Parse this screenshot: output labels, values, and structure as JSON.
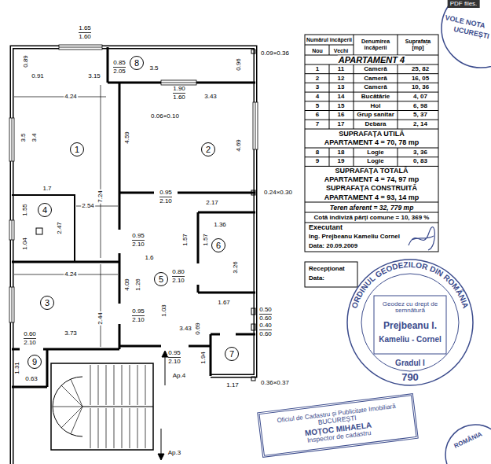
{
  "diagram": {
    "nodes": [
      {
        "text": [
          "1"
        ]
      },
      {
        "text": [
          "2"
        ]
      },
      {
        "text": [
          "3"
        ]
      },
      {
        "text": [
          "4"
        ]
      },
      {
        "text": [
          "5"
        ]
      },
      {
        "text": [
          "6"
        ]
      },
      {
        "text": [
          "7"
        ]
      },
      {
        "text": [
          "8"
        ]
      },
      {
        "text": [
          "9"
        ]
      },
      {
        "text": [
          "ORDINUL GEODEZILOR DIN ROMÂNIA",
          "Geodez cu drept de semnătură",
          "Prejbeanu I.",
          "Kameliu - Cornel",
          "Gradul I",
          "790"
        ]
      },
      {
        "text": [
          "Oficiul de Cadastru și Publicitate Imobiliară",
          "BUCUREȘTI",
          "MOȚOC MIHAELA",
          "Inspector de cadastru"
        ]
      }
    ],
    "labels": [
      "1.65",
      "1.60",
      "0.89",
      "0.91",
      "3.15",
      "0.85",
      "2.05",
      "3.5",
      "0.96",
      "0.09×0.36",
      "4.24",
      "1.90",
      "1.60",
      "3.43",
      "0.06×0.10",
      "3.5",
      "3.4",
      "7.24",
      "4.59",
      "4.69",
      "0.24×0.30",
      "1.7",
      "2.54",
      "0.95",
      "2.10",
      "2.17",
      "1.55",
      "2.47",
      "1.04",
      "0.95",
      "2.10",
      "1.36",
      "1.57",
      "1.57",
      "1.6",
      "3.26",
      "4.24",
      "1.26",
      "4.09",
      "0.80",
      "2.10",
      "2.44",
      "1.03",
      "1.67",
      "0.95",
      "2.10",
      "0.50",
      "0.60",
      "0.40",
      "0.60",
      "3.73",
      "3.43",
      "0.69",
      "0.95",
      "2.10",
      "1.94",
      "0.60",
      "2.10",
      "1.31",
      "0.63",
      "1.17",
      "0.36×0.37",
      "Ap.4",
      "Ap.3",
      "Numărul încăperii",
      "Nou",
      "Vechi",
      "Denumirea încăperii",
      "Suprafața [mp]",
      "APARTAMENT 4",
      "1",
      "11",
      "Cameră",
      "25, 82",
      "2",
      "12",
      "Cameră",
      "16, 05",
      "3",
      "13",
      "Cameră",
      "10, 36",
      "4",
      "14",
      "Bucătărie",
      "4, 07",
      "5",
      "15",
      "Hol",
      "6, 98",
      "6",
      "16",
      "Grup sanitar",
      "5, 37",
      "7",
      "17",
      "Debara",
      "2, 14",
      "SUPRAFAȚA UTILĂ",
      "APARTAMENT 4 = 70, 78 mp",
      "8",
      "18",
      "Logie",
      "3, 36",
      "9",
      "19",
      "Logie",
      "0, 83",
      "SUPRAFAȚA TOTALĂ",
      "APARTAMENT 4 = 74, 97 mp",
      "SUPRAFAȚA CONSTRUITĂ",
      "APARTAMENT 4 = 93, 14 mp",
      "Teren aferent = 32, 779 mp",
      "Cotă indiviză părți comune = 10, 369 %",
      "Executant",
      "Ing. Prejbeanu Kameliu Cornel",
      "Data: 20.09.2009",
      "Recepționat",
      "Data:",
      "PDF files.",
      "VOLE NOTA",
      "UCUREȘTI",
      "ROMÂNIA"
    ]
  }
}
